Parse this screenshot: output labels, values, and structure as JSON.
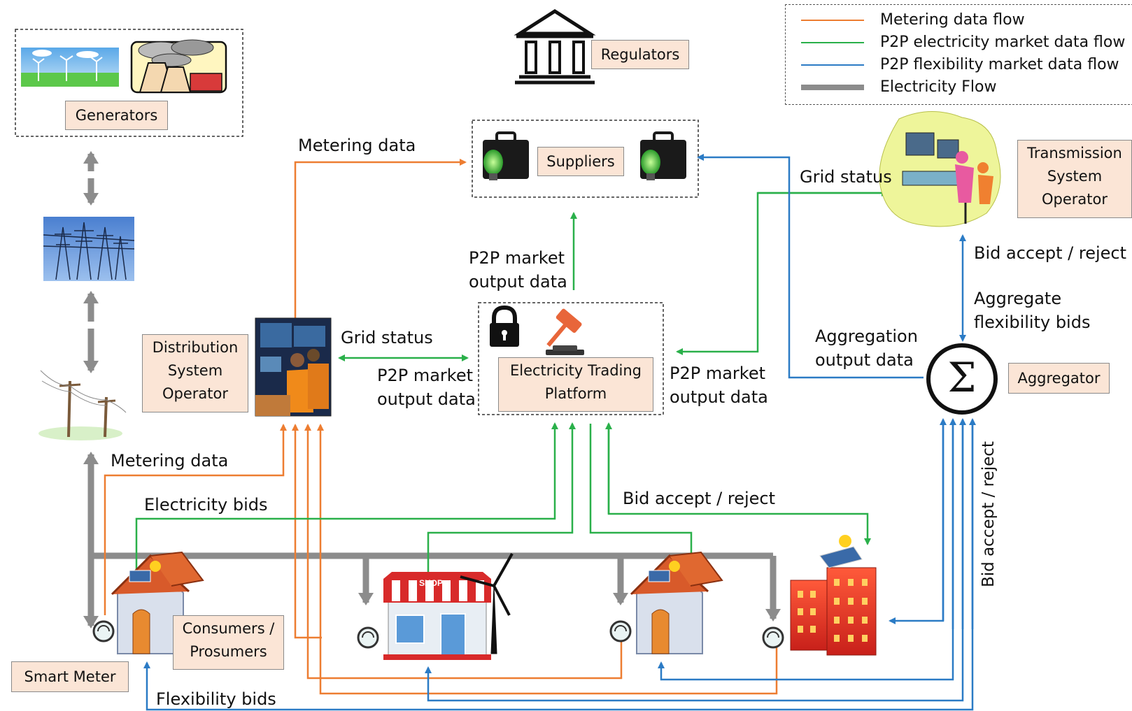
{
  "legend": {
    "items": [
      {
        "label": "Metering data flow",
        "color": "#ed7d31"
      },
      {
        "label": "P2P electricity market data flow",
        "color": "#2ab04a"
      },
      {
        "label": "P2P flexibility market data flow",
        "color": "#2b7bc5"
      },
      {
        "label": "Electricity Flow",
        "color": "#8c8c8c"
      }
    ]
  },
  "nodes": {
    "generators": "Generators",
    "regulators": "Regulators",
    "suppliers": "Suppliers",
    "tso_line1": "Transmission",
    "tso_line2": "System",
    "tso_line3": "Operator",
    "dso_line1": "Distribution",
    "dso_line2": "System",
    "dso_line3": "Operator",
    "etp_line1": "Electricity Trading",
    "etp_line2": "Platform",
    "aggregator": "Aggregator",
    "consumers_line1": "Consumers /",
    "consumers_line2": "Prosumers",
    "smart_meter": "Smart Meter",
    "shop_sign": "SHOP"
  },
  "flows": {
    "metering_data_top": "Metering data",
    "metering_data_left": "Metering data",
    "grid_status_dso": "Grid status",
    "grid_status_tso": "Grid status",
    "p2p_output_up_1": "P2P market",
    "p2p_output_up_2": "output data",
    "p2p_output_left_1": "P2P market",
    "p2p_output_left_2": "output data",
    "p2p_output_right_1": "P2P market",
    "p2p_output_right_2": "output data",
    "electricity_bids": "Electricity bids",
    "bid_accept_middle": "Bid accept / reject",
    "bid_accept_tso": "Bid accept / reject",
    "bid_accept_vertical": "Bid accept / reject",
    "aggregate_bids_1": "Aggregate",
    "aggregate_bids_2": "flexibility bids",
    "aggregation_output_1": "Aggregation",
    "aggregation_output_2": "output data",
    "flexibility_bids": "Flexibility bids"
  },
  "colors": {
    "metering": "#ed7d31",
    "p2p_electricity": "#2ab04a",
    "p2p_flexibility": "#2b7bc5",
    "electricity": "#8c8c8c",
    "label_fill": "#fbe5d6"
  }
}
